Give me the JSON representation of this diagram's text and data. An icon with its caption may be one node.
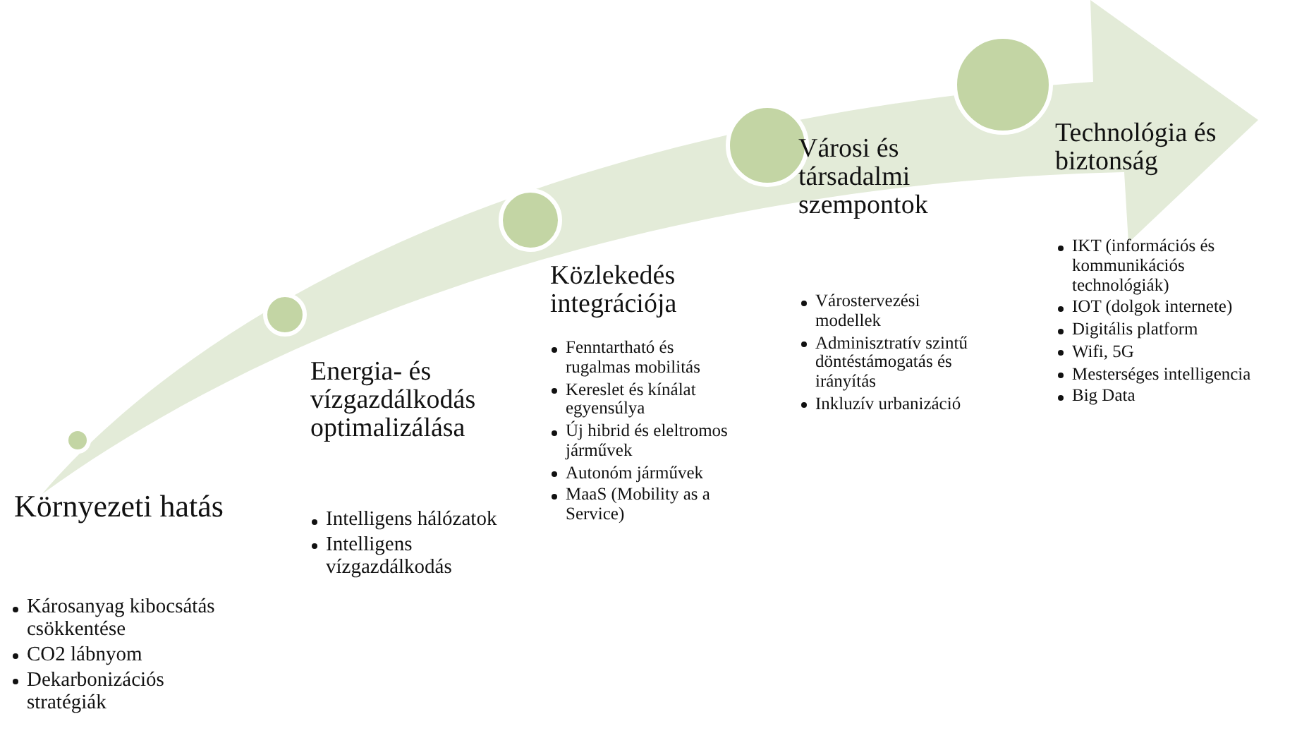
{
  "diagram": {
    "nodes": [
      {
        "text": [],
        "shape": "circle",
        "beside": [
          "Környezeti hatás",
          "Károsanyag kibocsátás csökkentése",
          "CO2 lábnyom",
          "Dekarbonizációs stratégiák"
        ]
      },
      {
        "text": [],
        "shape": "circle",
        "beside": [
          "Energia- és vízgazdálkodás optimalizálása",
          "Intelligens hálózatok",
          "Intelligens vízgazdálkodás"
        ]
      },
      {
        "text": [],
        "shape": "circle",
        "beside": [
          "Közlekedés integrációja",
          "Fenntartható és rugalmas mobilitás",
          "Kereslet és kínálat egyensúlya",
          "Új hibrid és eleltromos járművek",
          "Autonóm járművek",
          "MaaS (Mobility as a Service)"
        ]
      },
      {
        "text": [],
        "shape": "circle",
        "beside": [
          "Városi és társadalmi szempontok",
          "Várostervezési modellek",
          "Adminisztratív szintű döntéstámogatás és irányítás",
          "Inkluzív urbanizáció"
        ]
      },
      {
        "text": [],
        "shape": "circle",
        "beside": [
          "Technológia és biztonság",
          "IKT (információs és kommunikációs technológiák)",
          "IOT (dolgok internete)",
          "Digitális platform",
          "Wifi, 5G",
          "Mesterséges intelligencia",
          "Big Data"
        ]
      }
    ]
  }
}
